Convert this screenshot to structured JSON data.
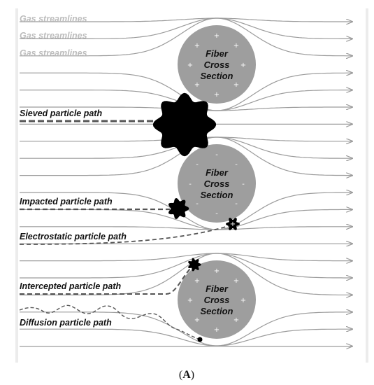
{
  "gas_streamline_labels": [
    "Gas streamlines",
    "Gas streamlines",
    "Gas streamlines"
  ],
  "particle_paths": {
    "sieved": "Sieved particle path",
    "impacted": "Impacted particle path",
    "electrostatic": "Electrostatic particle path",
    "intercepted": "Intercepted particle path",
    "diffusion": "Diffusion particle path"
  },
  "fibers": [
    {
      "lines": [
        "Fiber",
        "Cross",
        "Section"
      ],
      "charge": "+"
    },
    {
      "lines": [
        "Fiber",
        "Cross",
        "Section"
      ],
      "charge": "-"
    },
    {
      "lines": [
        "Fiber",
        "Cross",
        "Section"
      ],
      "charge": "+"
    }
  ],
  "caption": {
    "prefix": "(",
    "letter": "A",
    "suffix": ")"
  },
  "colors": {
    "fiber": "#9e9e9e",
    "streamline": "#9b9b9b",
    "particle": "#000000",
    "gas_label": "#bdbdbd"
  }
}
